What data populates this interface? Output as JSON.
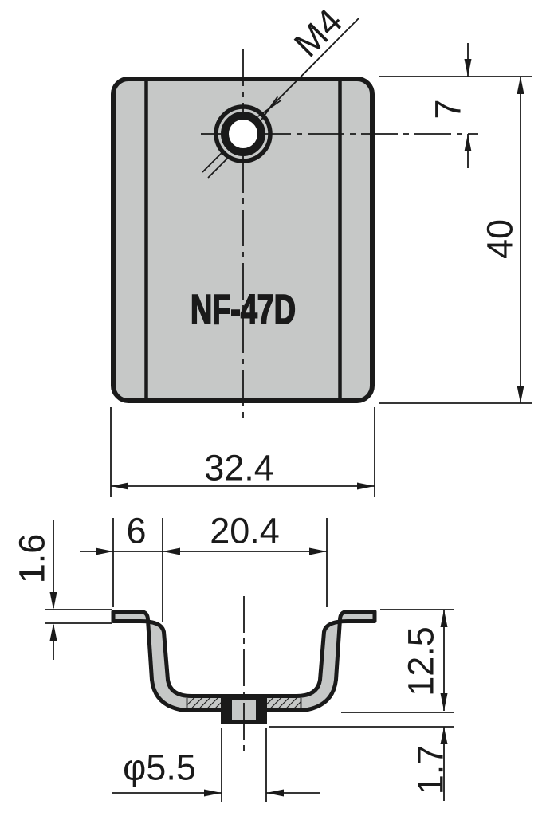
{
  "drawing": {
    "part_number": "NF-47D",
    "views": {
      "top": {
        "thread_callout": "M4",
        "dim_hole_to_edge": "7",
        "dim_height": "40",
        "dim_width": "32.4"
      },
      "section": {
        "dim_thickness": "1.6",
        "dim_flange": "6",
        "dim_inner_width": "20.4",
        "dim_depth": "12.5",
        "dim_boss_height": "1.7",
        "dim_boss_diameter": "φ5.5"
      }
    },
    "colors": {
      "material": "#c6c8c7",
      "line": "#1a1a1a",
      "background": "#ffffff"
    }
  }
}
